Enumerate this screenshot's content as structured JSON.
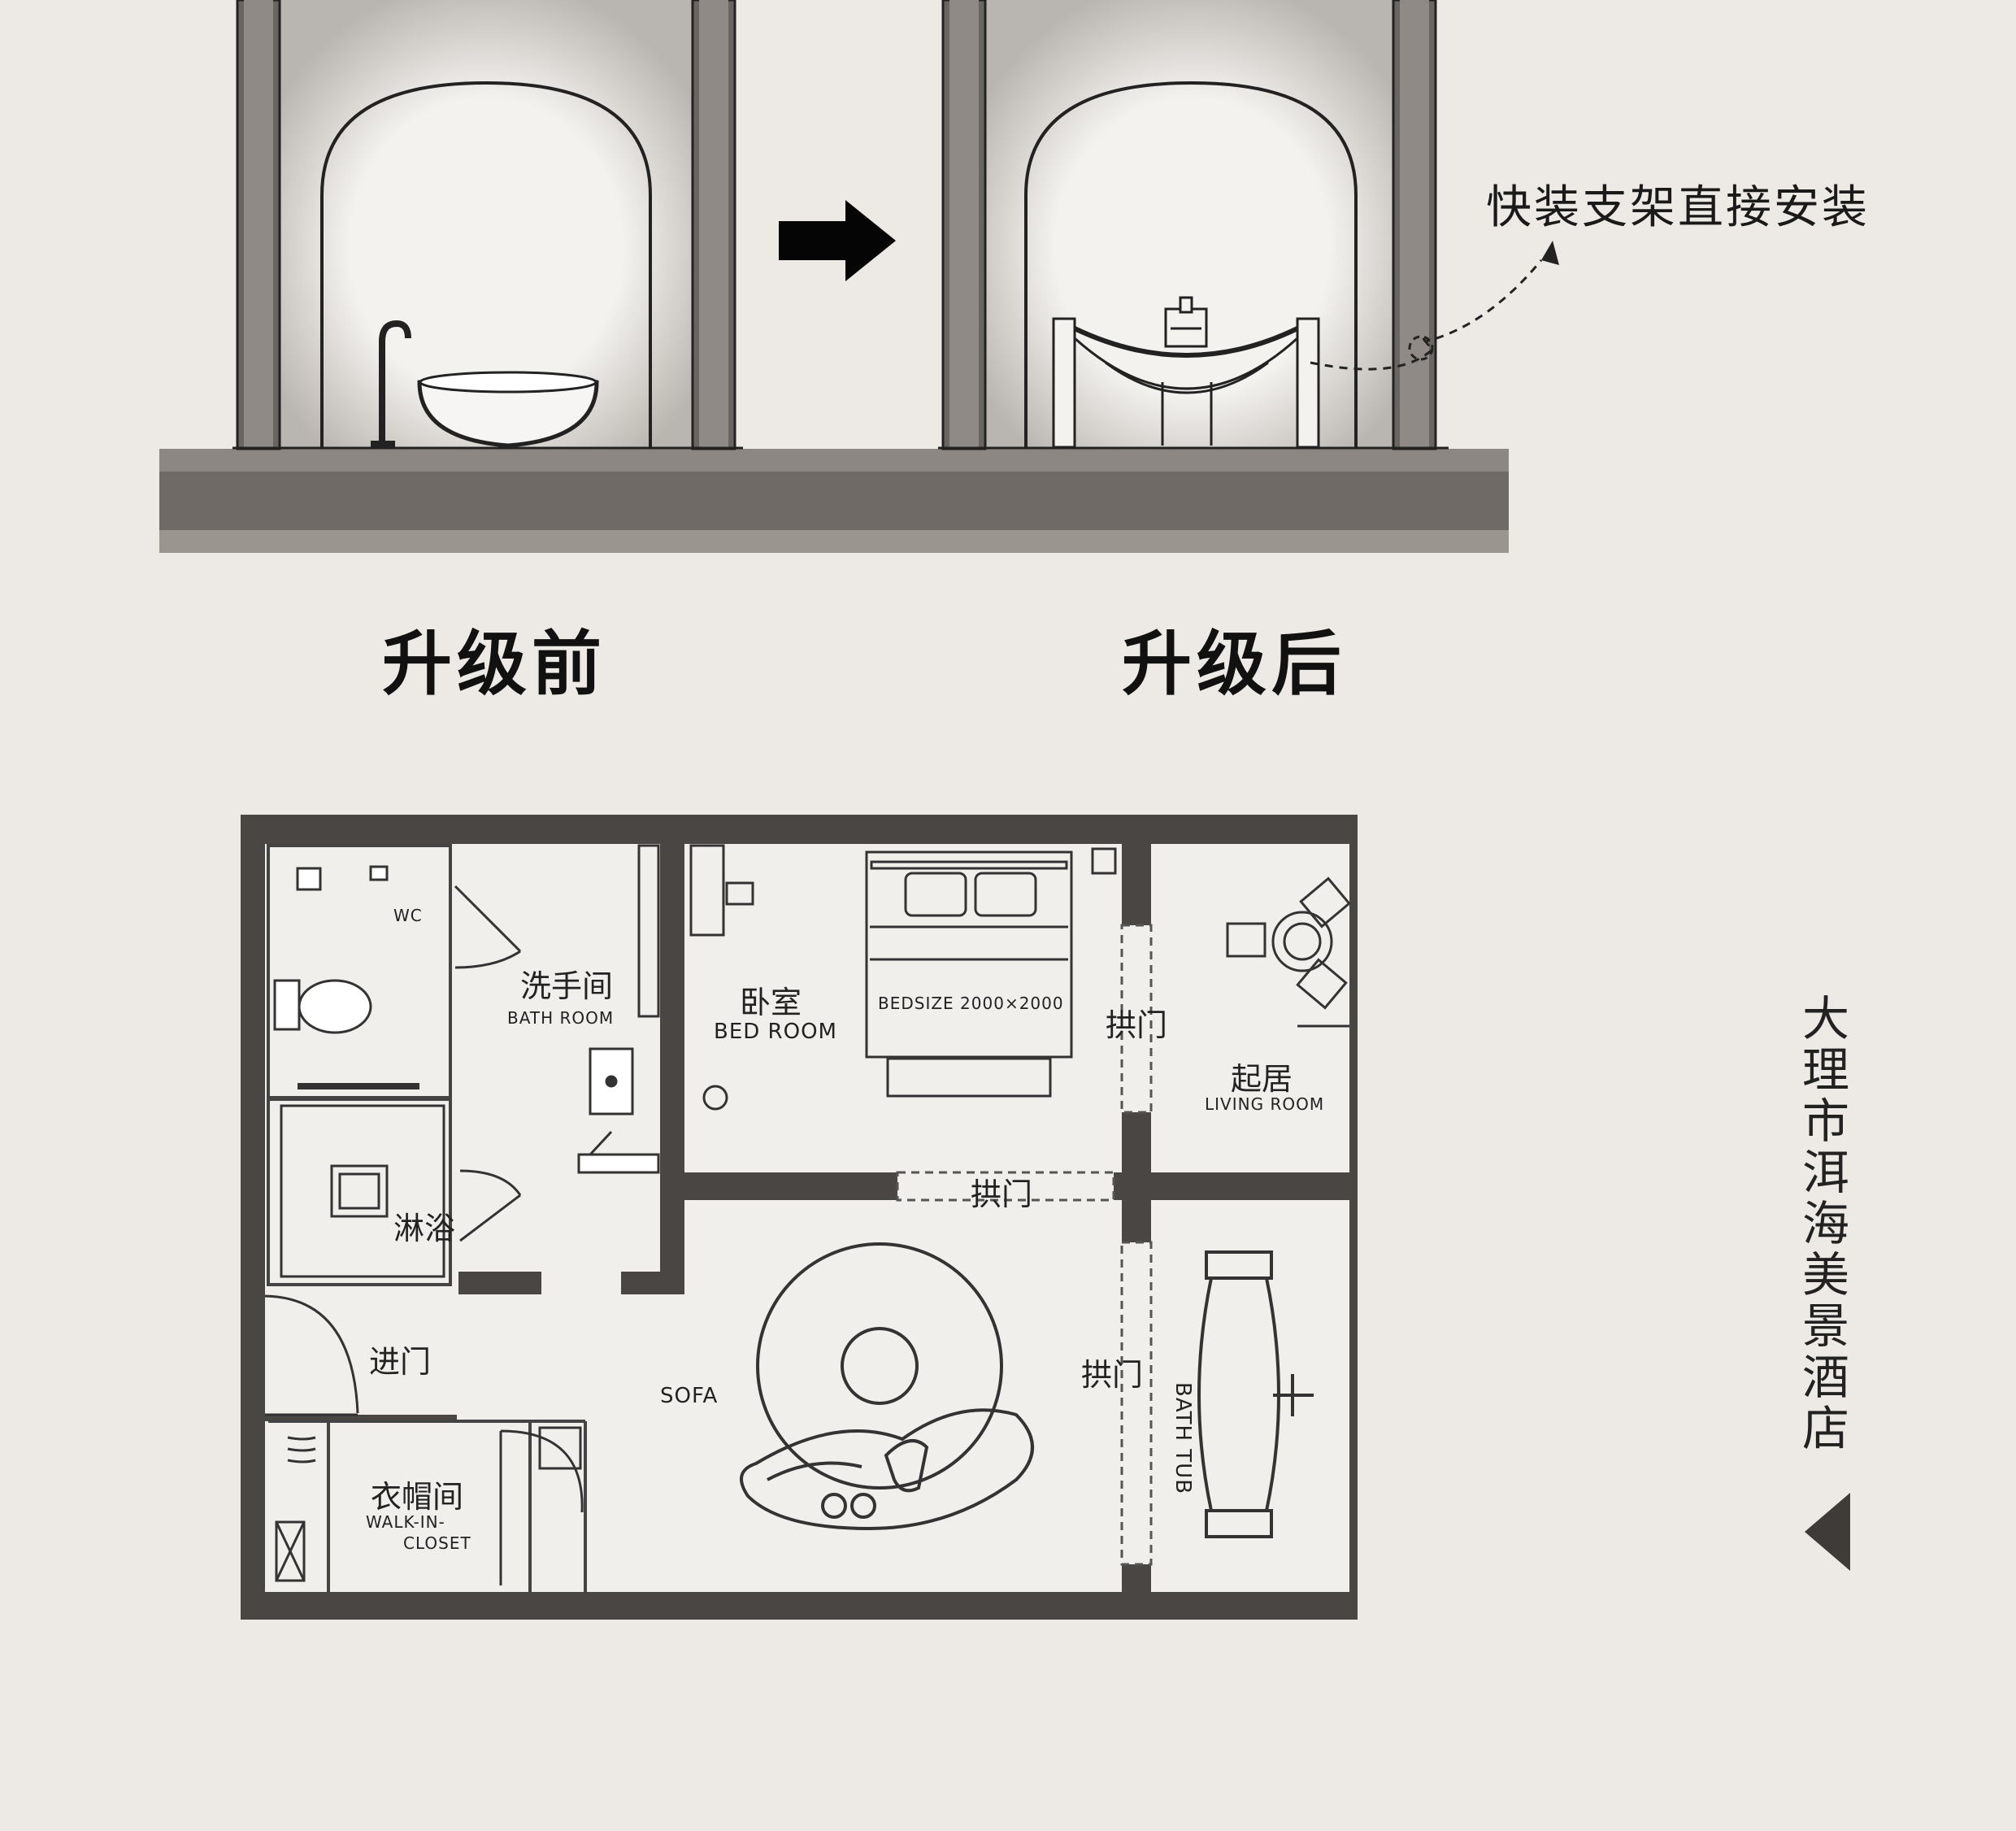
{
  "comparison": {
    "before_label": "升级前",
    "after_label": "升级后",
    "install_note": "快装支架直接安装"
  },
  "floor_plan": {
    "rooms": {
      "wc": "WC",
      "wash_zh": "洗手间",
      "wash_en": "BATH ROOM",
      "bed_zh": "卧室",
      "bed_en": "BED ROOM",
      "bed_size": "BEDSIZE 2000×2000",
      "arch1": "拱门",
      "living_zh": "起居",
      "living_en": "LIVING ROOM",
      "arch2": "拱门",
      "shower": "淋浴",
      "entrance": "进门",
      "sofa": "SOFA",
      "arch3": "拱门",
      "tub": "BATH TUB",
      "closet_zh": "衣帽间",
      "closet_en1": "WALK-IN-",
      "closet_en2": "CLOSET"
    }
  },
  "vertical_title": "大理市洱海美景酒店",
  "colors": {
    "background": "#edeae5",
    "wall": "#4a4643",
    "floor_slab": "#6f6a65",
    "ink": "#222222"
  },
  "icons": {
    "arrow": "arrow-right-icon",
    "nav": "triangle-left-icon"
  }
}
